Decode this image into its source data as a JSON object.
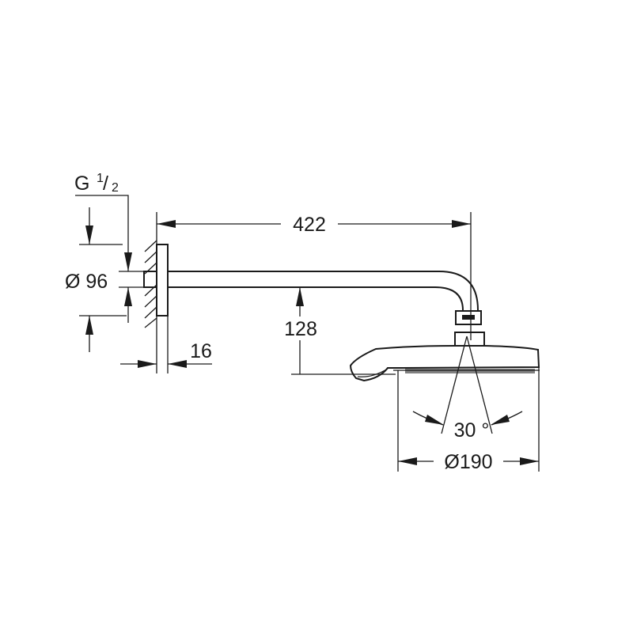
{
  "drawing": {
    "thread_label": "G",
    "thread_fraction_num": "1",
    "thread_fraction_den": "2",
    "dim_flange_diameter": "Ø 96",
    "dim_arm_length": "422",
    "dim_drop_height": "128",
    "dim_flange_depth": "16",
    "dim_spray_angle": "30 °",
    "dim_head_diameter": "Ø190"
  }
}
